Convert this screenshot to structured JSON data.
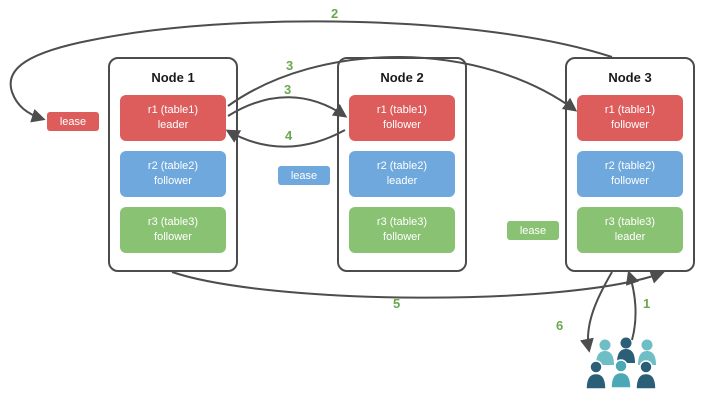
{
  "palette": {
    "red": "#dd5c5c",
    "blue": "#6fa8dc",
    "green": "#8ac273",
    "step": "#6aa84f",
    "arrow": "#4d4d4d",
    "user_dark": "#2b5f77",
    "user_teal": "#4aa9b5",
    "user_teal_light": "#6fbec6"
  },
  "nodes": [
    {
      "title": "Node 1",
      "replicas": [
        {
          "line1": "r1 (table1)",
          "line2": "leader",
          "color": "red"
        },
        {
          "line1": "r2 (table2)",
          "line2": "follower",
          "color": "blue"
        },
        {
          "line1": "r3 (table3)",
          "line2": "follower",
          "color": "green"
        }
      ]
    },
    {
      "title": "Node 2",
      "replicas": [
        {
          "line1": "r1 (table1)",
          "line2": "follower",
          "color": "red"
        },
        {
          "line1": "r2 (table2)",
          "line2": "leader",
          "color": "blue"
        },
        {
          "line1": "r3 (table3)",
          "line2": "follower",
          "color": "green"
        }
      ]
    },
    {
      "title": "Node 3",
      "replicas": [
        {
          "line1": "r1 (table1)",
          "line2": "follower",
          "color": "red"
        },
        {
          "line1": "r2 (table2)",
          "line2": "follower",
          "color": "blue"
        },
        {
          "line1": "r3 (table3)",
          "line2": "leader",
          "color": "green"
        }
      ]
    }
  ],
  "leases": [
    {
      "label": "lease",
      "color": "red"
    },
    {
      "label": "lease",
      "color": "blue"
    },
    {
      "label": "lease",
      "color": "green"
    }
  ],
  "steps": [
    {
      "id": "2",
      "label": "2"
    },
    {
      "id": "3a",
      "label": "3"
    },
    {
      "id": "3b",
      "label": "3"
    },
    {
      "id": "4",
      "label": "4"
    },
    {
      "id": "5",
      "label": "5"
    },
    {
      "id": "6",
      "label": "6"
    },
    {
      "id": "1",
      "label": "1"
    }
  ],
  "icons": {
    "users": "users-group-icon"
  }
}
